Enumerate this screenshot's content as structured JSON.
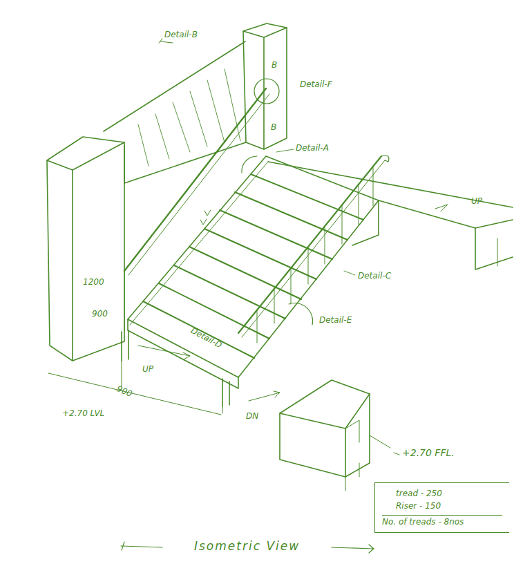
{
  "diagram": {
    "caption": "Isometric View",
    "nodes": [
      {
        "text": [
          "tread - 250",
          "Riser - 150",
          "No. of treads - 8nos"
        ]
      }
    ],
    "labels": [
      "Detail-B",
      "B",
      "Detail-F",
      "B",
      "Detail-A",
      "UP",
      "Detail-C",
      "Detail-E",
      "Detail-D",
      "1200",
      "900",
      "UP",
      "900",
      "+2.70 LVL",
      "DN",
      "+2.70 FFL."
    ]
  }
}
